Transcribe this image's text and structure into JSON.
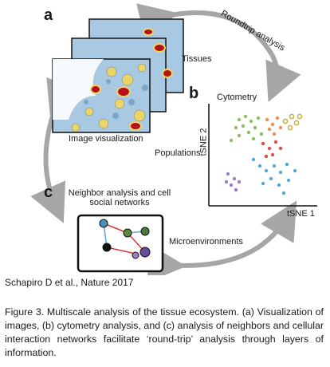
{
  "panels": {
    "a": {
      "letter": "a",
      "tissues_label": "Tissues",
      "image_label": "Image visualization"
    },
    "b": {
      "letter": "b",
      "cytometry_label": "Cytometry",
      "x_axis": "tSNE 1",
      "y_axis": "tSNE 2",
      "populations_label": "Populations"
    },
    "c": {
      "letter": "c",
      "neighbor_label": "Neighbor analysis and cell social networks",
      "micro_label": "Microenvironments"
    }
  },
  "roundtrip_label": "Roundtrip analysis",
  "citation": "Schapiro D et al., Nature 2017",
  "caption": "Figure 3. Multiscale analysis of the tissue ecosystem. (a) Visualization of images, (b) cytometry analysis, and (c) analysis of neighbors and cellular interaction networks facilitate ‘round-trip’ analysis through layers of information.",
  "colors": {
    "arrow": "#a6a6a6",
    "tissue_bg": "#a9c9e3",
    "cell_yellow": "#e8d66a",
    "cell_red": "#b3121a",
    "cluster_green": "#8fbf64",
    "cluster_orange": "#e8925a",
    "cluster_red": "#d9534f",
    "cluster_blue": "#5aa9d6",
    "cluster_purple": "#9b7fc2",
    "cluster_gold": "#c8b040"
  }
}
